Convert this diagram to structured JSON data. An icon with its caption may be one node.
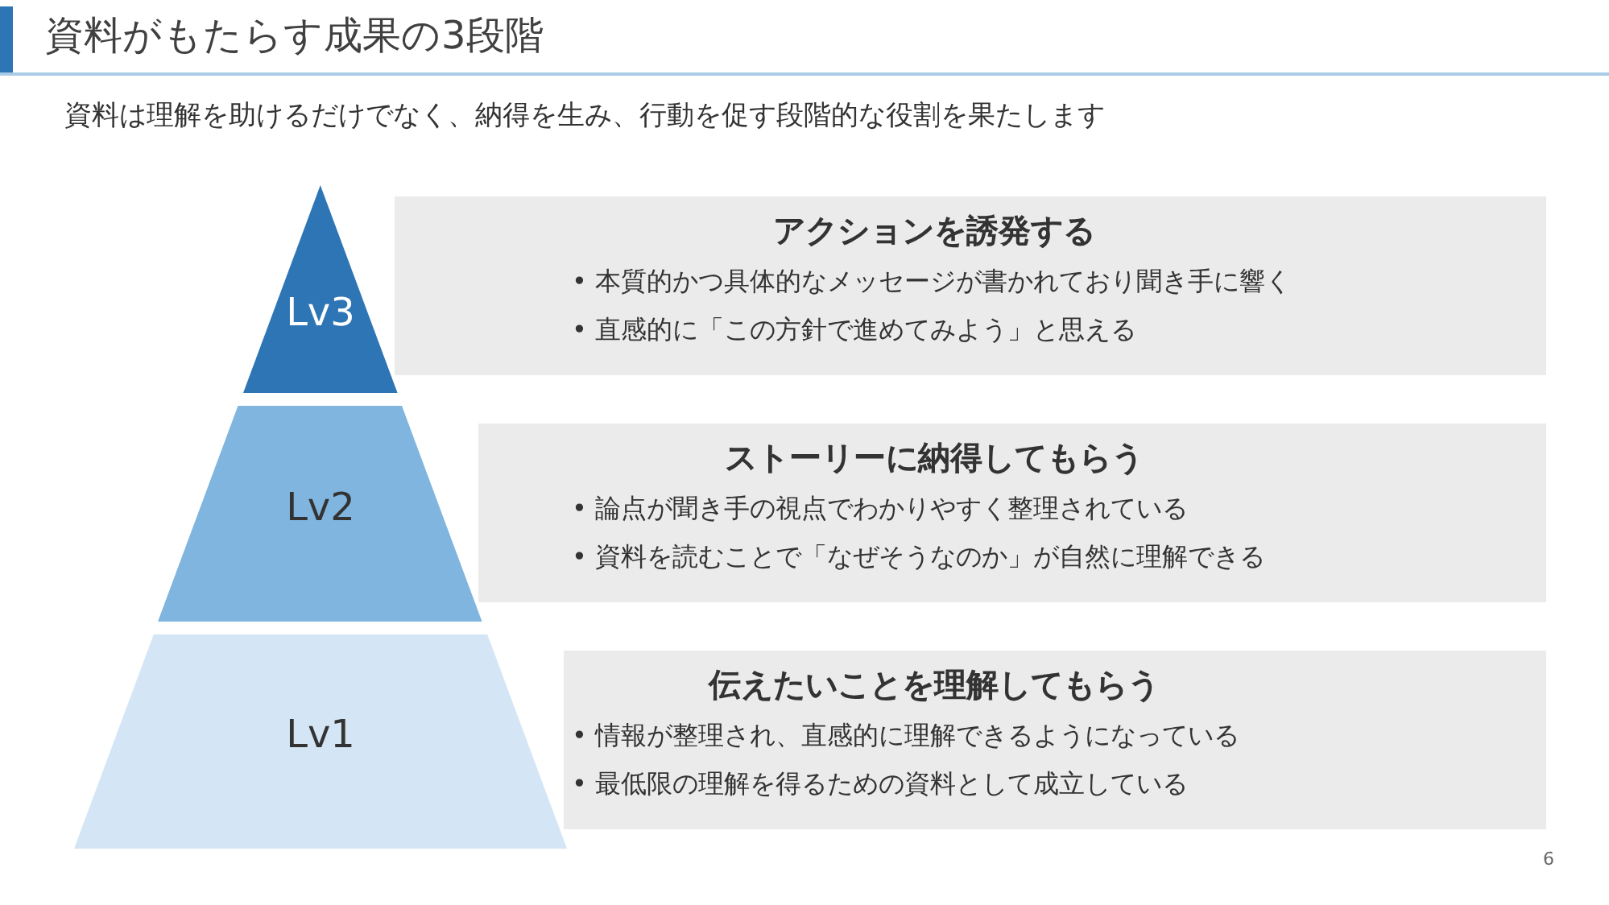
{
  "diagram": {
    "title": "資料がもたらす成果の3段階",
    "nodes": [
      {
        "text": [
          "Lv3"
        ]
      },
      {
        "text": [
          "アクションを誘発する",
          "• 本質的かつ具体的なメッセージが書かれており聞き手に響く",
          "• 直感的に「この方針で進めてみよう」と思える"
        ]
      },
      {
        "text": [
          "Lv2"
        ]
      },
      {
        "text": [
          "ストーリーに納得してもらう",
          "• 論点が聞き手の視点でわかりやすく整理されている",
          "• 資料を読むことで「なぜそうなのか」が自然に理解できる"
        ]
      },
      {
        "text": [
          "Lv1"
        ]
      },
      {
        "text": [
          "伝えたいことを理解してもらう",
          "• 情報が整理され、直感的に理解できるようになっている",
          "• 最低限の理解を得るための資料として成立している"
        ]
      }
    ],
    "labels": [
      "資料は理解を助けるだけでなく、納得を生み、行動を促す段階的な役割を果たします",
      "6"
    ]
  }
}
